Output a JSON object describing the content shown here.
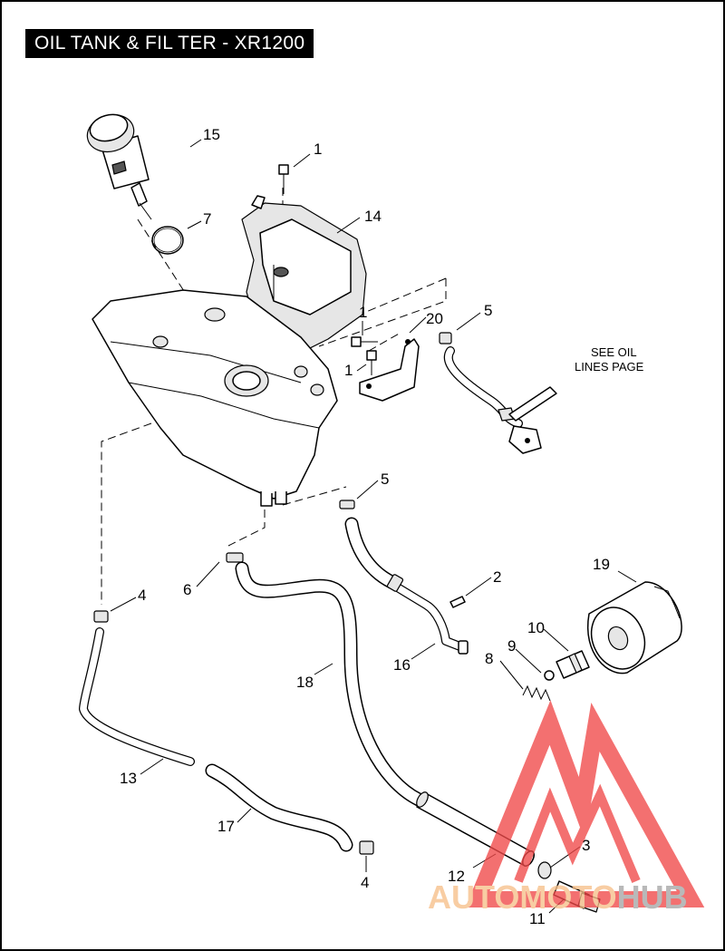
{
  "title": "OIL TANK & FIL TER - XR1200",
  "note": {
    "line1": "SEE OIL",
    "line2": "LINES PAGE"
  },
  "callouts": {
    "c15": "15",
    "c1a": "1",
    "c7": "7",
    "c14": "14",
    "c1b": "1",
    "c20": "20",
    "c5a": "5",
    "c1c": "1",
    "c5b": "5",
    "c2": "2",
    "c19": "19",
    "c6": "6",
    "c4a": "4",
    "c10": "10",
    "c9": "9",
    "c8": "8",
    "c16": "16",
    "c18": "18",
    "c13": "13",
    "c17": "17",
    "c3": "3",
    "c4b": "4",
    "c12": "12",
    "c11": "11"
  },
  "watermark": {
    "part1": "AUTOMOTO",
    "part2": "HUB",
    "color_part1": "#f7c08a",
    "color_part2": "#a6a6a6",
    "logo_color": "#f04848"
  },
  "colors": {
    "line": "#000000",
    "background": "#ffffff"
  }
}
